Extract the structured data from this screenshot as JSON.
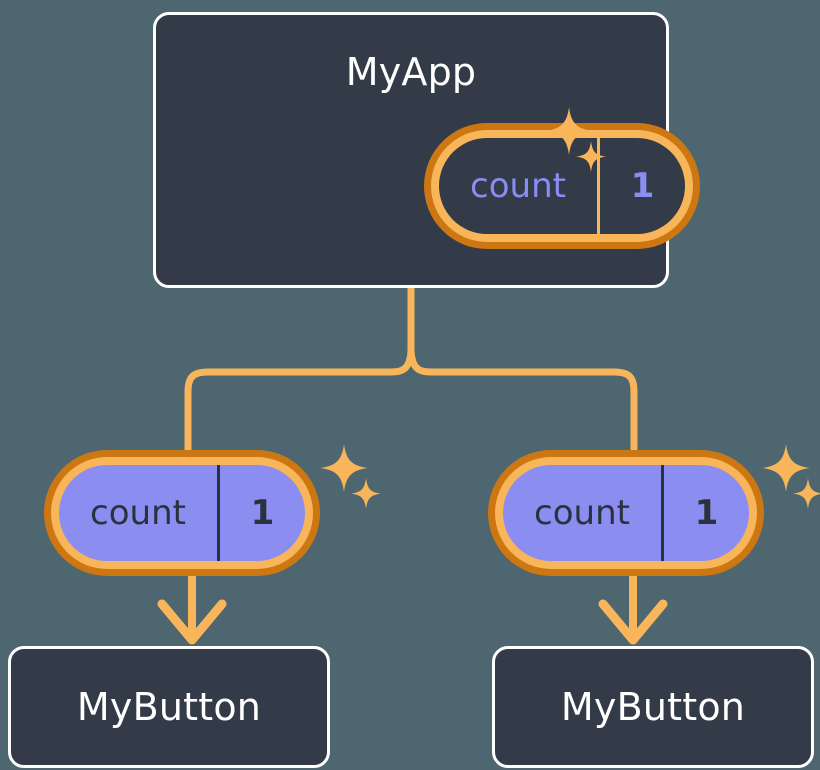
{
  "diagram": {
    "title_visible": false,
    "background_color": "#4d6670",
    "accent_orange": "#f8b55a",
    "accent_orange_dark": "#cc7712",
    "state_purple": "#8b8ef0",
    "card_dark": "#333a48",
    "card_border": "#ffffff"
  },
  "app": {
    "label": "MyApp",
    "state": {
      "key": "count",
      "value": "1",
      "style": "dark",
      "sparkle_icon": "sparkle-icon"
    }
  },
  "children": [
    {
      "state": {
        "key": "count",
        "value": "1",
        "style": "purple",
        "sparkle_icon": "sparkle-icon"
      },
      "component": {
        "label": "MyButton"
      }
    },
    {
      "state": {
        "key": "count",
        "value": "1",
        "style": "purple",
        "sparkle_icon": "sparkle-icon"
      },
      "component": {
        "label": "MyButton"
      }
    }
  ],
  "connectors": {
    "parent_to_children": "tree-branch",
    "state_to_component": "down-arrow",
    "color": "#f8b55a"
  }
}
